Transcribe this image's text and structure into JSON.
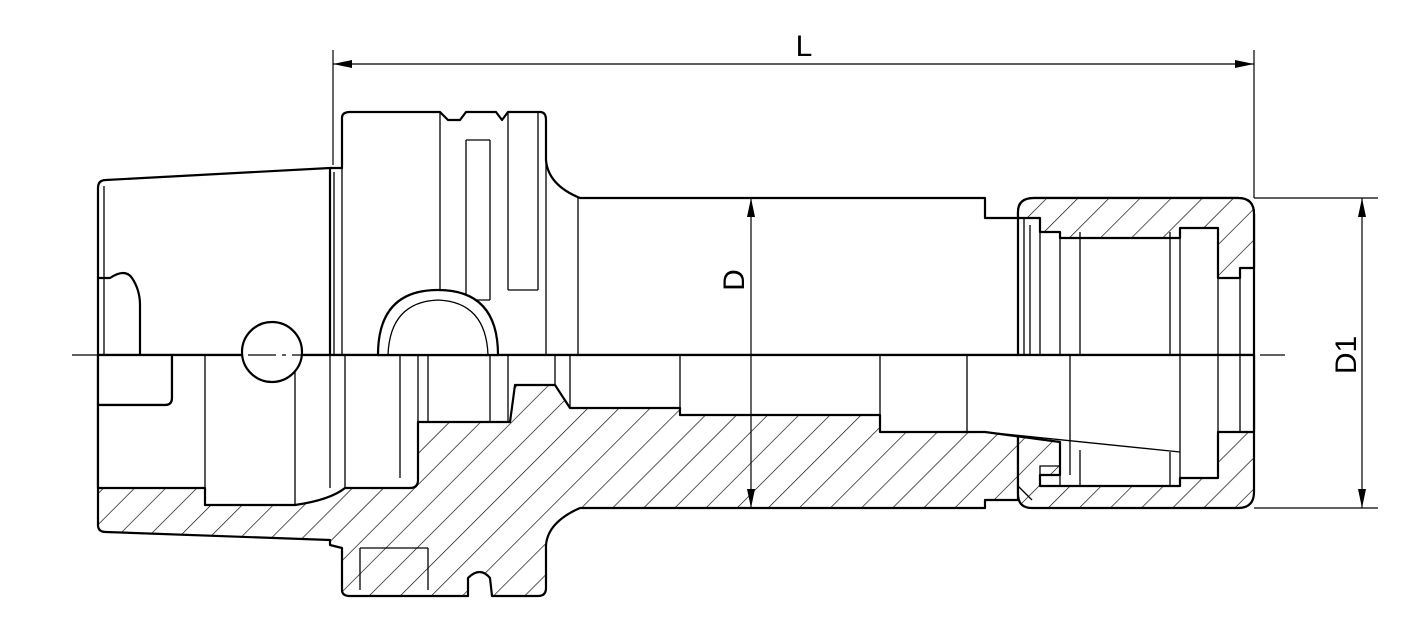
{
  "diagram": {
    "dimensions": {
      "overall_length_label": "L",
      "shank_diameter_label": "D",
      "nut_diameter_label": "D1"
    },
    "colors": {
      "line": "#000000",
      "background": "#ffffff"
    }
  }
}
